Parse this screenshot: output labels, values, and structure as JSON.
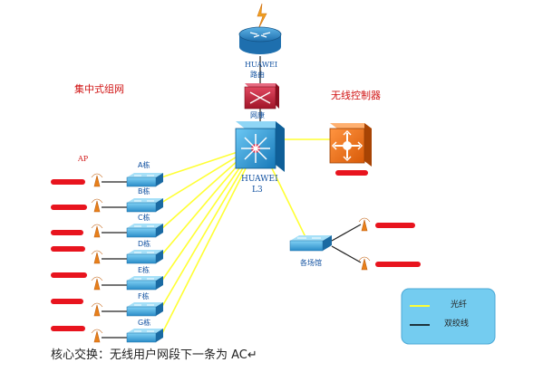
{
  "title": "集中式组网",
  "router_label": "HUAWEI",
  "router_caption": "路由",
  "firewall_label": "网康",
  "core_switch_label_1": "HUAWEI",
  "core_switch_label_2": "L3",
  "controller_label": "无线控制器",
  "ap_header": "AP",
  "buildings": [
    "A栋",
    "B栋",
    "C栋",
    "D栋",
    "E栋",
    "F栋",
    "G栋"
  ],
  "venue_label": "各场馆",
  "legend": {
    "fiber": "光纤",
    "twisted_pair": "双绞线",
    "fiber_color": "#ffff33",
    "twisted_pair_color": "#000000"
  },
  "footer_text": "核心交换：无线用户网段下一条为 AC↵",
  "colors": {
    "router": "#1e78b8",
    "firewall": "#c8283c",
    "core_switch": "#1e8cc8",
    "controller": "#f06e14",
    "redaction": "#e8141e",
    "legend_bg": "#74ccf0"
  }
}
